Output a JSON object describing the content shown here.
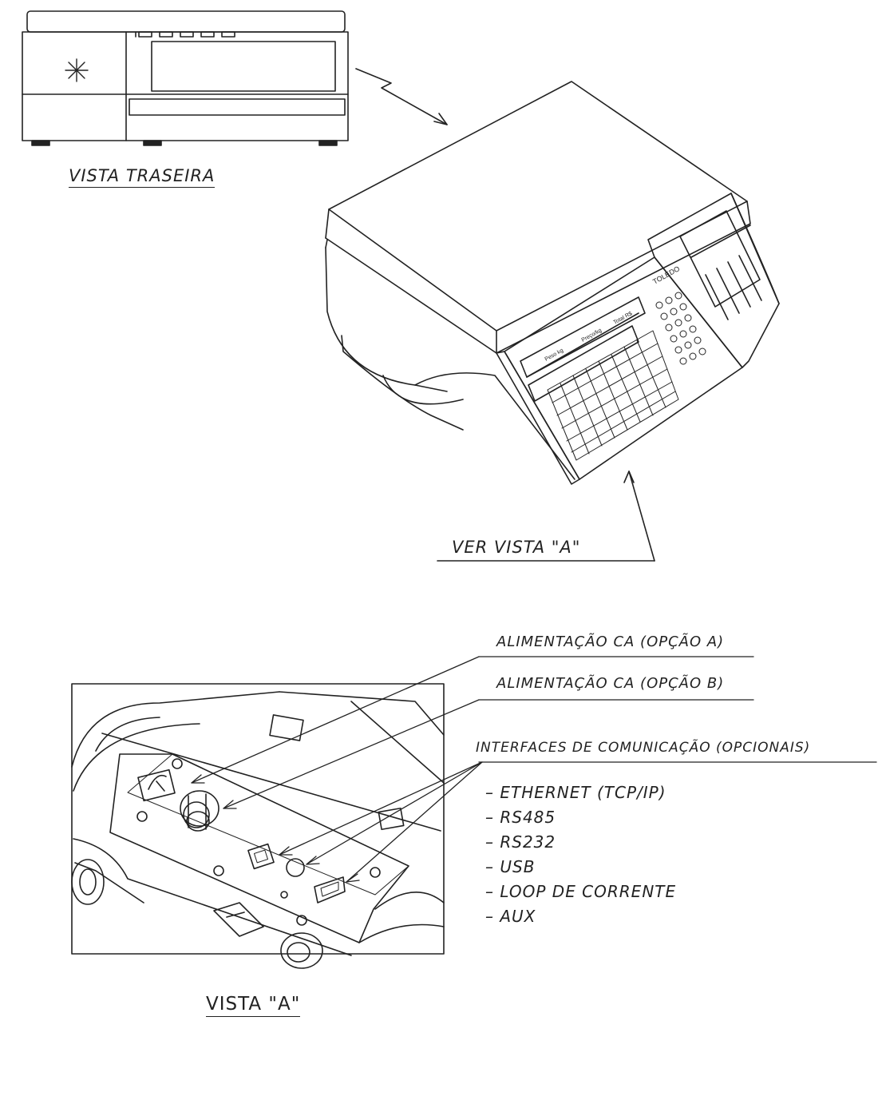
{
  "views": {
    "rear_view_title": "VISTA TRASEIRA",
    "see_view_label": "VER VISTA \"A\"",
    "view_a_title": "VISTA \"A\""
  },
  "brand_text": "TOLEDO",
  "callouts": {
    "power_option_a": "ALIMENTAÇÃO CA (OPÇÃO A)",
    "power_option_b": "ALIMENTAÇÃO CA (OPÇÃO B)",
    "comm_interfaces": "INTERFACES DE COMUNICAÇÃO (OPCIONAIS)"
  },
  "interfaces": [
    "– ETHERNET (TCP/IP)",
    "– RS485",
    "– RS232",
    "– USB",
    "– LOOP DE CORRENTE",
    "– AUX"
  ],
  "icons": {
    "rear_panel": "snowflake-asterisk-icon",
    "power_inlet": "iec-power-socket-icon",
    "cable_gland": "cable-gland-icon",
    "ethernet": "rj45-port-icon",
    "round_port": "round-connector-icon",
    "serial": "db9-connector-icon"
  }
}
